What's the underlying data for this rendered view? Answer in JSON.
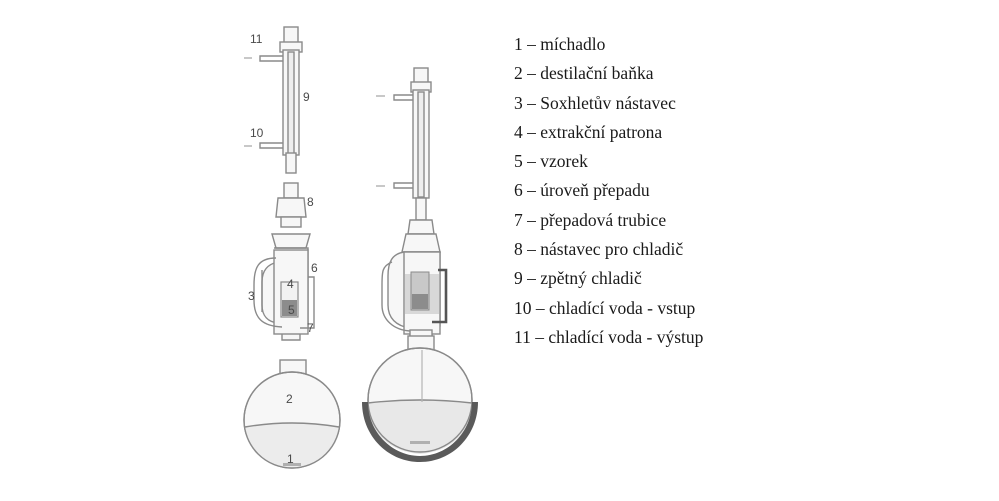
{
  "diagram": {
    "labels": [
      "11",
      "10",
      "9",
      "8",
      "6",
      "4",
      "3",
      "5",
      "7",
      "2",
      "1"
    ]
  },
  "legend": [
    "1 – míchadlo",
    "2 – destilační baňka",
    "3 – Soxhletův nástavec",
    "4 – extrakční patrona",
    "5 – vzorek",
    "6 – úroveň přepadu",
    "7 – přepadová trubice",
    "8 – nástavec pro chladič",
    "9 – zpětný chladič",
    "10 – chladící voda - vstup",
    "11 – chladící voda - výstup"
  ],
  "colors": {
    "glass": "#f7f7f7",
    "outline": "#8a8a8a",
    "sample": "#8c8c8c",
    "heating_mantle": "#5a5a5a"
  }
}
